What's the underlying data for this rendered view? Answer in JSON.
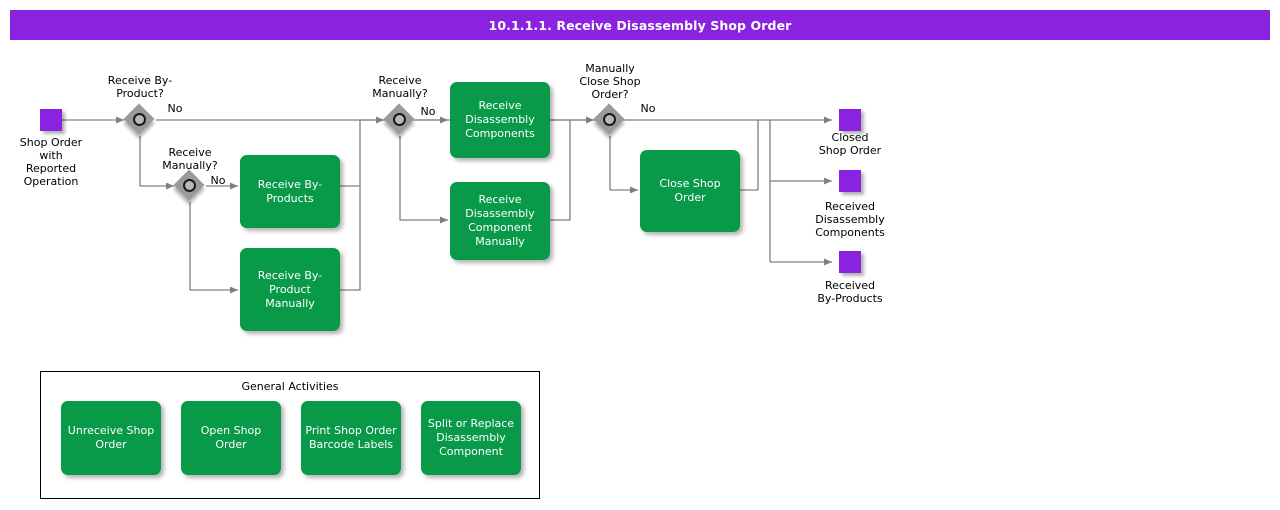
{
  "title": "10.1.1.1. Receive Disassembly Shop Order",
  "colors": {
    "title_bar": "#8A23E0",
    "event": "#8A23E0",
    "task": "#089949",
    "gateway": "#9A9A9A",
    "connector": "#808080",
    "text_on_task": "#FFFFFF"
  },
  "flow": {
    "start_event": {
      "name": "start-event",
      "label": "Shop Order\nwith\nReported\nOperation"
    },
    "gateways": [
      {
        "name": "gateway-receive-by-product",
        "label": "Receive By-\nProduct?",
        "branch_label": "No"
      },
      {
        "name": "gateway-receive-manually-byproduct",
        "label": "Receive\nManually?",
        "branch_label": "No"
      },
      {
        "name": "gateway-receive-manually-components",
        "label": "Receive\nManually?",
        "branch_label": "No"
      },
      {
        "name": "gateway-manually-close-shop-order",
        "label": "Manually\nClose Shop\nOrder?",
        "branch_label": "No"
      }
    ],
    "tasks": [
      {
        "name": "task-receive-by-products",
        "label": "Receive By-\nProducts"
      },
      {
        "name": "task-receive-by-product-manually",
        "label": "Receive By-\nProduct\nManually"
      },
      {
        "name": "task-receive-disassembly-components",
        "label": "Receive\nDisassembly\nComponents"
      },
      {
        "name": "task-receive-disassembly-component-manually",
        "label": "Receive\nDisassembly\nComponent\nManually"
      },
      {
        "name": "task-close-shop-order",
        "label": "Close Shop\nOrder"
      }
    ],
    "end_events": [
      {
        "name": "end-event-closed-shop-order",
        "label": "Closed\nShop Order"
      },
      {
        "name": "end-event-received-disassembly-components",
        "label": "Received\nDisassembly\nComponents"
      },
      {
        "name": "end-event-received-by-products",
        "label": "Received\nBy-Products"
      }
    ]
  },
  "general_activities": {
    "title": "General Activities",
    "items": [
      {
        "name": "task-unreceive-shop-order",
        "label": "Unreceive Shop\nOrder"
      },
      {
        "name": "task-open-shop-order",
        "label": "Open Shop\nOrder"
      },
      {
        "name": "task-print-shop-order-barcode-labels",
        "label": "Print Shop Order\nBarcode Labels"
      },
      {
        "name": "task-split-or-replace-disassembly-component",
        "label": "Split or Replace\nDisassembly\nComponent"
      }
    ]
  }
}
